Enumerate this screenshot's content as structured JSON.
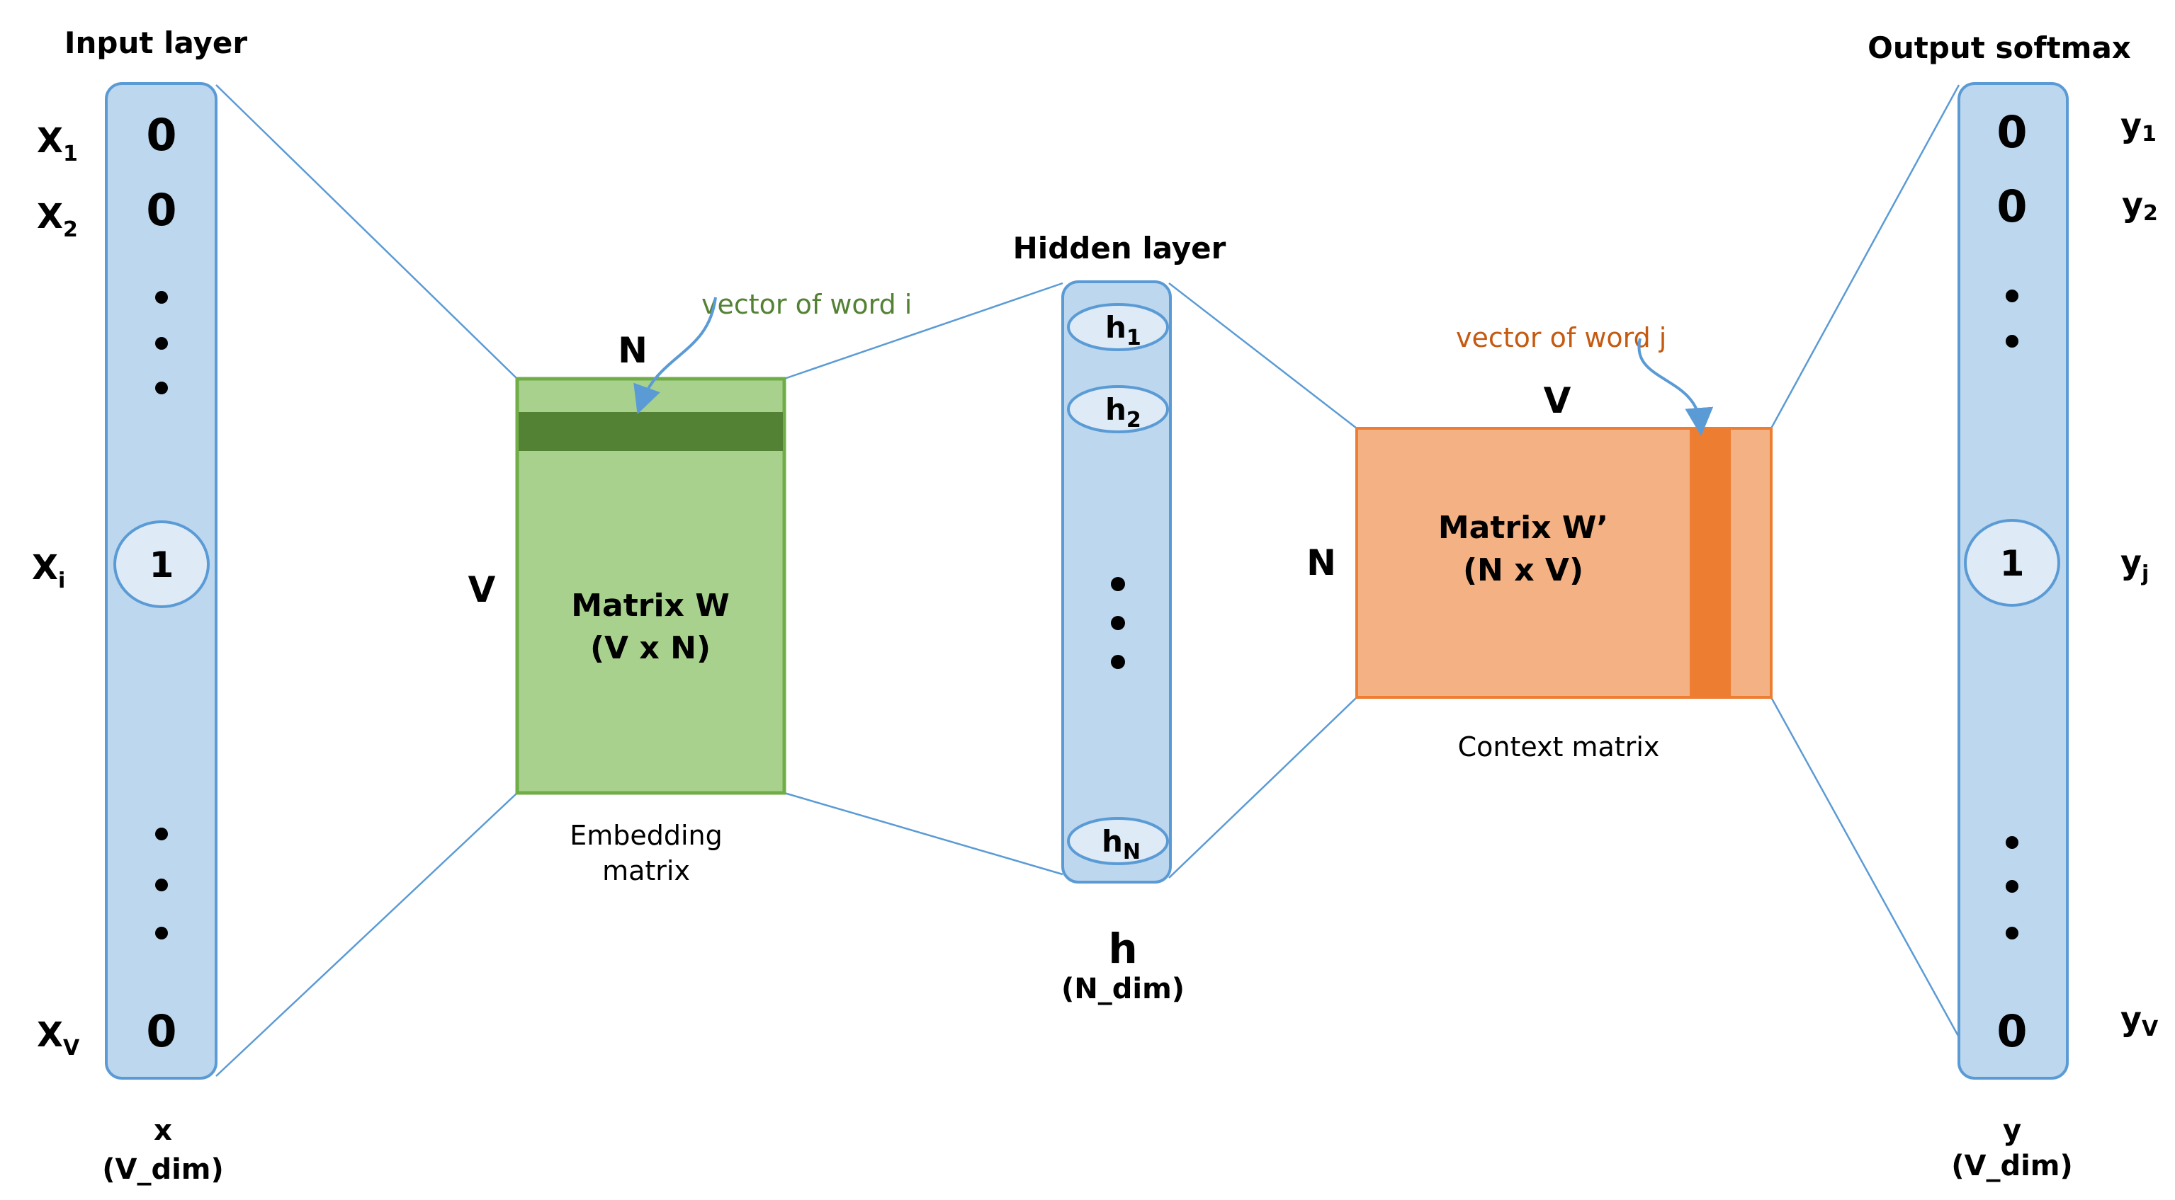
{
  "input": {
    "title": "Input layer",
    "x_labels": {
      "x1": "X",
      "x1_sub": "1",
      "x2": "X",
      "x2_sub": "2",
      "xi": "X",
      "xi_sub": "i",
      "xv": "X",
      "xv_sub": "V"
    },
    "values": {
      "top1": "0",
      "top2": "0",
      "mid": "1",
      "bottom": "0"
    },
    "caption_name": "x",
    "caption_dim": "(V_dim)"
  },
  "embedding": {
    "top_label": "N",
    "side_label": "V",
    "matrix_name": "Matrix W",
    "matrix_shape": "(V x N)",
    "caption_line1": "Embedding",
    "caption_line2": "matrix",
    "annotation": "vector of word i"
  },
  "hidden": {
    "title": "Hidden layer",
    "h1": "h",
    "h1_sub": "1",
    "h2": "h",
    "h2_sub": "2",
    "hN": "h",
    "hN_sub": "N",
    "caption_name": "h",
    "caption_dim": "(N_dim)"
  },
  "context": {
    "top_label": "V",
    "side_label": "N",
    "matrix_name": "Matrix W’",
    "matrix_shape": "(N x V)",
    "caption": "Context matrix",
    "annotation": "vector of word j"
  },
  "output": {
    "title": "Output softmax",
    "y_labels": {
      "y1": "y",
      "y1_sub": "1",
      "y2": "y",
      "y2_sub": "2",
      "yj": "y",
      "yj_sub": "j",
      "yv": "y",
      "yv_sub": "V"
    },
    "values": {
      "top1": "0",
      "top2": "0",
      "mid": "1",
      "bottom": "0"
    },
    "caption_name": "y",
    "caption_dim": "(V_dim)"
  },
  "colors": {
    "layer_fill": "#bdd7ee",
    "layer_stroke": "#5b9bd5",
    "embed_fill": "#a9d18e",
    "embed_dark": "#548235",
    "embed_stroke": "#70ad47",
    "context_fill": "#f4b183",
    "context_dark": "#ed7d31",
    "annotation_green": "#548235",
    "annotation_orange": "#c55a11"
  }
}
